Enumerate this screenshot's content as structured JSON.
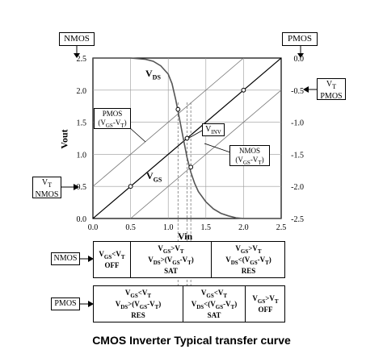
{
  "tags": {
    "nmos_top": "NMOS",
    "pmos_top": "PMOS",
    "vt_pmos": [
      "V",
      "T",
      "PMOS"
    ],
    "vt_nmos": [
      "V",
      "T",
      "NMOS"
    ]
  },
  "axes": {
    "x_label": "Vin",
    "y_label": "Vout",
    "x_ticks": [
      "0.0",
      "0.5",
      "1.0",
      "1.5",
      "2.0",
      "2.5"
    ],
    "y_left_ticks": [
      "2.5",
      "2.0",
      "1.5",
      "1.0",
      "0.5",
      "0.0"
    ],
    "y_right_ticks": [
      "0.0",
      "-0.5",
      "-1.0",
      "-1.5",
      "-2.0",
      "-2.5"
    ]
  },
  "annotations": {
    "vds": [
      "V",
      "DS"
    ],
    "vgs": [
      "V",
      "GS"
    ],
    "vinv": [
      "V",
      "INV"
    ],
    "pmos_note": [
      "PMOS",
      "(V",
      "GS",
      "-V",
      "T",
      ")"
    ],
    "nmos_note": [
      "NMOS",
      "(V",
      "GS",
      "-V",
      "T",
      ")"
    ]
  },
  "curve": {
    "vin": [
      0.0,
      0.5,
      0.7,
      0.8,
      0.9,
      1.0,
      1.05,
      1.1,
      1.15,
      1.2,
      1.25,
      1.3,
      1.35,
      1.4,
      1.5,
      1.6,
      1.7,
      1.8,
      1.9,
      2.0
    ],
    "vout": [
      2.5,
      2.5,
      2.48,
      2.45,
      2.38,
      2.25,
      2.1,
      1.85,
      1.55,
      1.25,
      0.95,
      0.72,
      0.55,
      0.42,
      0.26,
      0.15,
      0.08,
      0.04,
      0.01,
      0.0
    ]
  },
  "points": [
    {
      "vin": 0.5,
      "vout": 0.5
    },
    {
      "vin": 1.13,
      "vout": 1.7
    },
    {
      "vin": 1.25,
      "vout": 1.25
    },
    {
      "vin": 1.3,
      "vout": 0.8
    },
    {
      "vin": 2.0,
      "vout": 2.0
    }
  ],
  "nmos_table": {
    "label": "NMOS",
    "cells": [
      {
        "lines": [
          "V<sub>GS</sub>&lt;V<sub>T</sub>",
          "OFF"
        ]
      },
      {
        "lines": [
          "V<sub>GS</sub>&gt;V<sub>T</sub>",
          "V<sub>DS</sub>&gt;(V<sub>GS</sub>-V<sub>T</sub>)",
          "SAT"
        ]
      },
      {
        "lines": [
          "V<sub>GS</sub>&gt;V<sub>T</sub>",
          "V<sub>DS</sub>&lt;(V<sub>GS</sub>-V<sub>T</sub>)",
          "RES"
        ]
      }
    ]
  },
  "pmos_table": {
    "label": "PMOS",
    "cells": [
      {
        "lines": [
          "V<sub>GS</sub>&lt;V<sub>T</sub>",
          "V<sub>DS</sub>&gt;(V<sub>GS</sub>-V<sub>T</sub>)",
          "RES"
        ]
      },
      {
        "lines": [
          "V<sub>GS</sub>&lt;V<sub>T</sub>",
          "V<sub>DS</sub>&lt;(V<sub>GS</sub>-V<sub>T</sub>)",
          "SAT"
        ]
      },
      {
        "lines": [
          "V<sub>GS</sub>&gt;V<sub>T</sub>",
          "OFF"
        ]
      }
    ]
  },
  "caption": "CMOS Inverter Typical transfer curve"
}
